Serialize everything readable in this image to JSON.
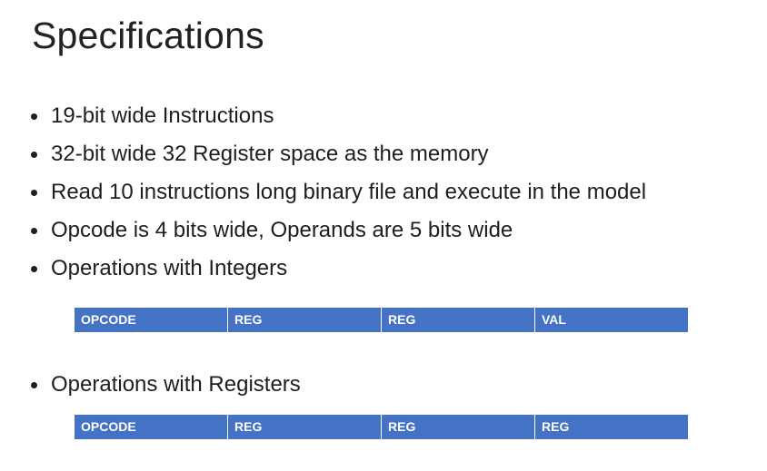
{
  "slide": {
    "title": "Specifications",
    "bullets": [
      "19-bit wide Instructions",
      "32-bit wide 32 Register space as the memory",
      "Read 10 instructions long binary file and execute in the model",
      "Opcode is 4 bits wide, Operands are 5 bits wide",
      "Operations with Integers"
    ],
    "integer_format": [
      "OPCODE",
      "REG",
      "REG",
      "VAL"
    ],
    "register_bullet": "Operations with Registers",
    "register_format": [
      "OPCODE",
      "REG",
      "REG",
      "REG"
    ]
  },
  "colors": {
    "table_fill": "#4472c4",
    "table_text": "#ffffff",
    "body_text": "#1e1e1e"
  }
}
